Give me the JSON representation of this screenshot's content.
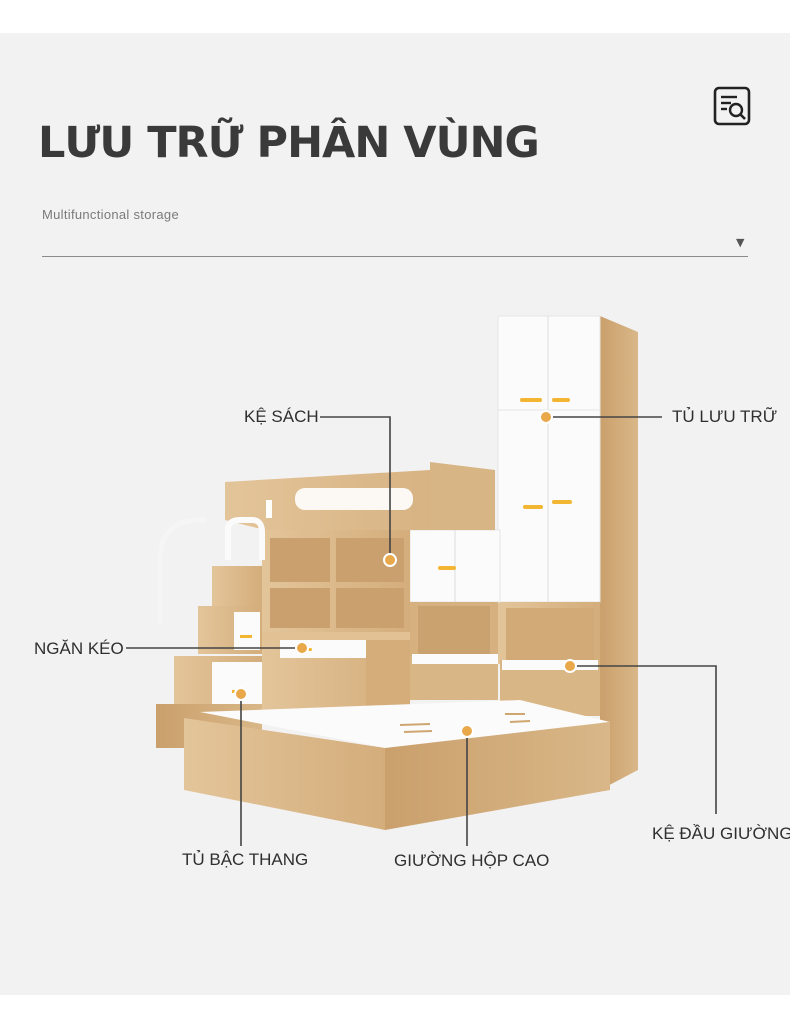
{
  "header": {
    "title": "LƯU TRỮ PHÂN VÙNG",
    "subtitle": "Multifunctional storage",
    "caret": "▼",
    "icon": "document-search-icon"
  },
  "callouts": {
    "ke_sach": "KỆ SÁCH",
    "tu_luu_tru": "TỦ LƯU TRỮ",
    "ngan_keo": "NGĂN KÉO",
    "tu_bac_thang": "TỦ BẬC THANG",
    "giuong_hop_cao": "GIƯỜNG HỘP CAO",
    "ke_dau_giuong": "KỆ ĐẦU GIƯỜNG"
  },
  "colors": {
    "background": "#f2f2f2",
    "wood": "#dcb98a",
    "wood_dark": "#c99f6c",
    "white_panel": "#fbfbfb",
    "handle": "#f2b632",
    "marker": "#e9a84a",
    "leader": "#444444"
  }
}
